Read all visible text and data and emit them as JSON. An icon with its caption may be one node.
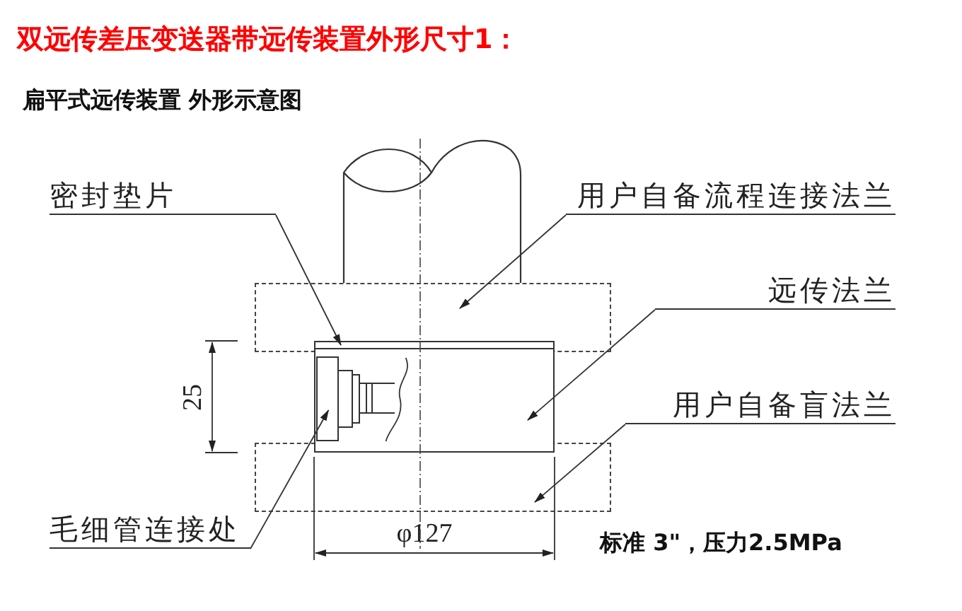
{
  "diagram": {
    "title": "双远传差压变送器带远传装置外形尺寸1：",
    "nodes": [
      {
        "text": [
          "密封垫片"
        ]
      },
      {
        "text": [
          "用户自备流程连接法兰"
        ]
      },
      {
        "text": [
          "远传法兰"
        ]
      },
      {
        "text": [
          "用户自备盲法兰"
        ]
      },
      {
        "text": [
          "毛细管连接处"
        ]
      },
      {
        "text": [],
        "shape": "box"
      },
      {
        "text": [],
        "shape": "box"
      },
      {
        "text": [],
        "shape": "bar"
      },
      {
        "text": [],
        "shape": "picture",
        "in": 6
      },
      {
        "text": [],
        "shape": "box"
      }
    ],
    "edges": [
      {
        "from": 0,
        "to": 7,
        "arrow": "to"
      },
      {
        "from": 1,
        "to": 5,
        "arrow": "to"
      },
      {
        "from": 2,
        "to": 6,
        "arrow": "to"
      },
      {
        "from": 3,
        "to": 9,
        "arrow": "to"
      },
      {
        "from": 4,
        "to": 8,
        "arrow": "to"
      }
    ],
    "labels": [
      "扁平式远传装置 外形示意图",
      "25",
      "φ127",
      "标准 3\"，压力2.5MPa"
    ]
  }
}
